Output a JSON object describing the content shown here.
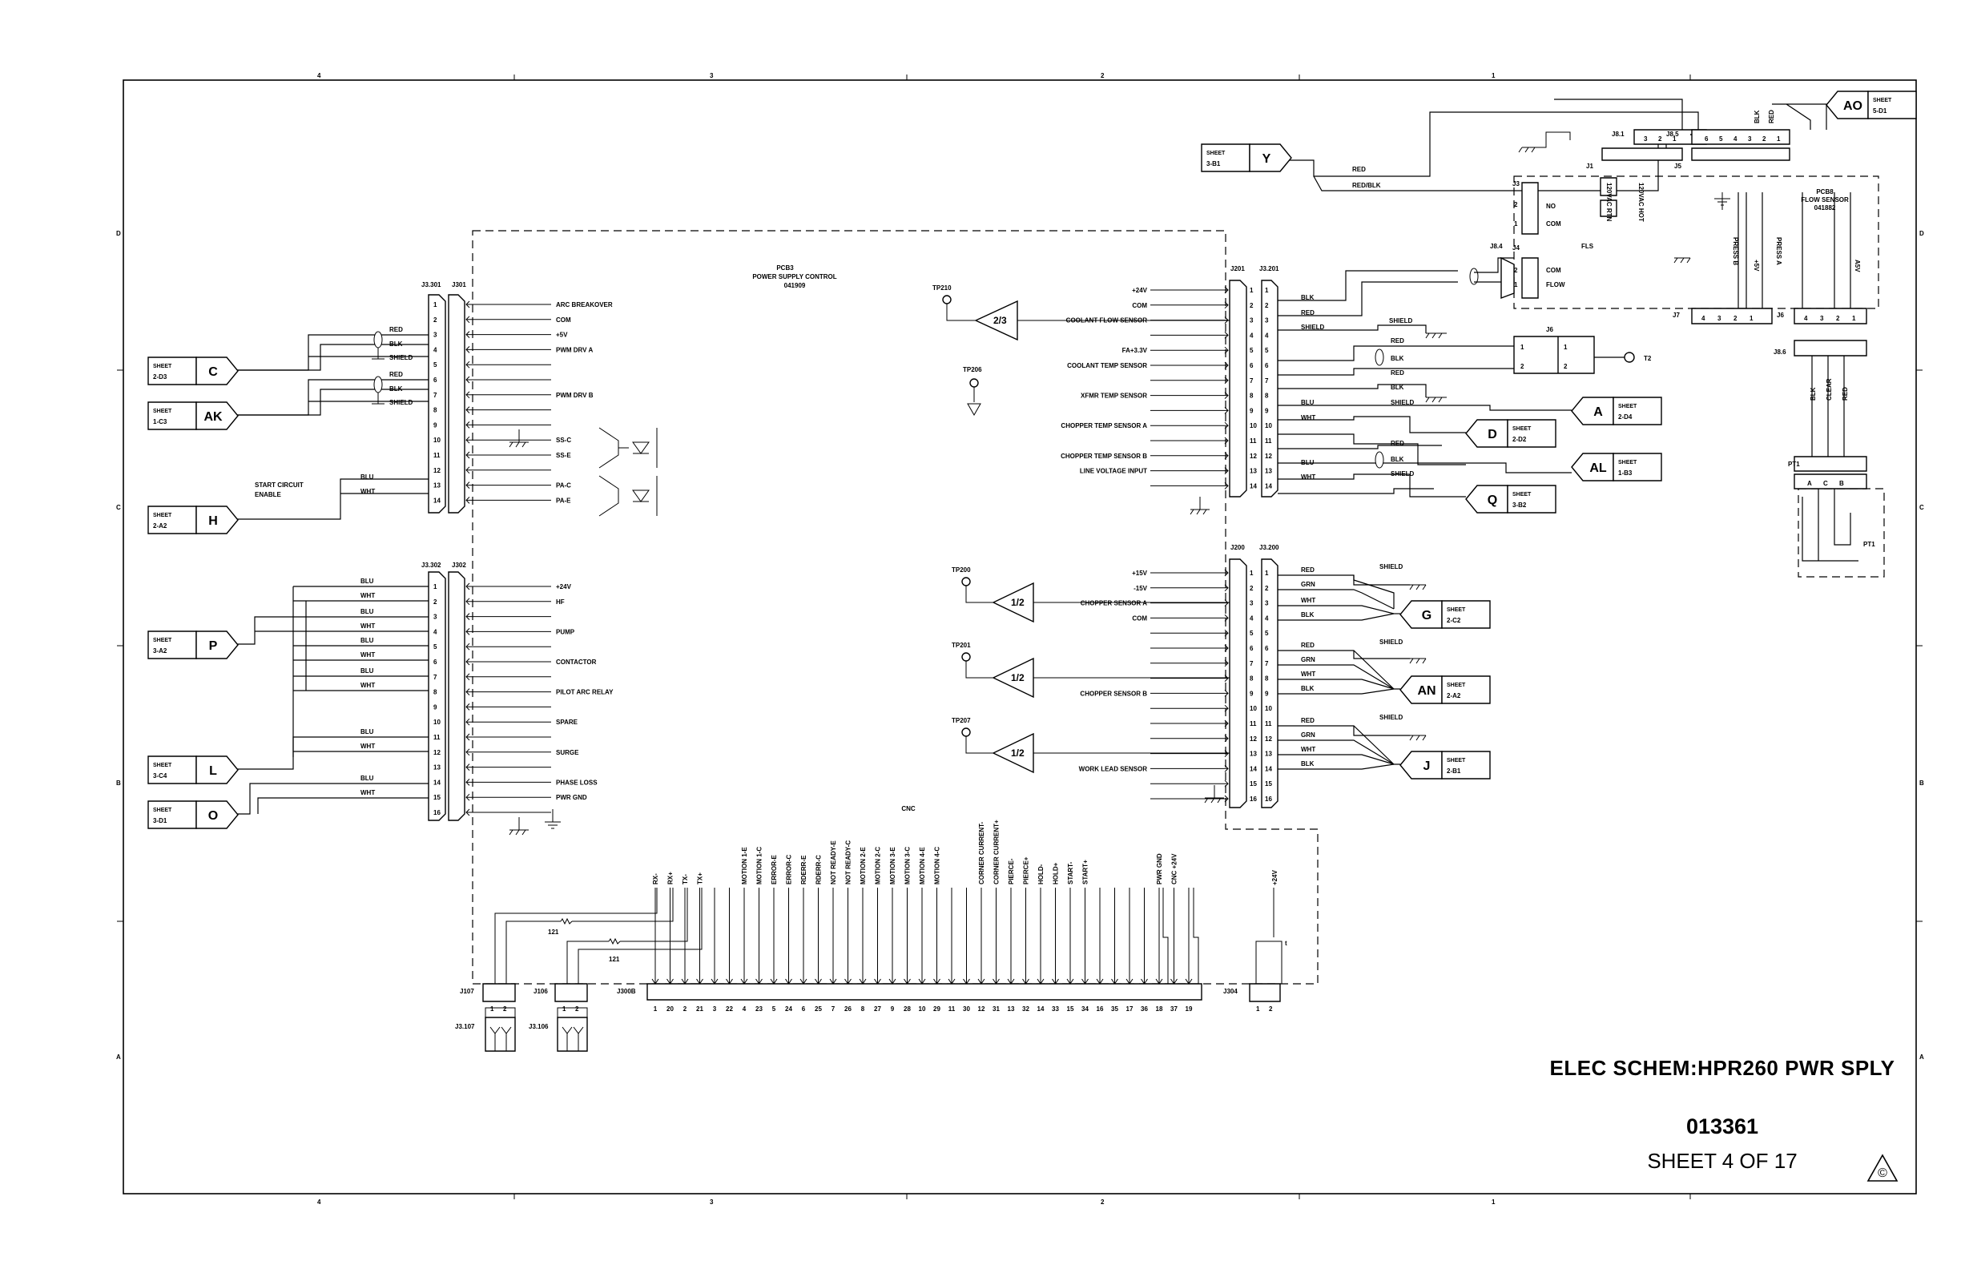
{
  "title_block": {
    "sheet_title": "ELEC SCHEM:HPR260 PWR SPLY",
    "doc_number": "013361",
    "sheet_label": "SHEET 4 OF 17"
  },
  "zones": {
    "columns": [
      "4",
      "3",
      "2",
      "1"
    ],
    "rows": [
      "D",
      "C",
      "B",
      "A"
    ]
  },
  "pcb3": {
    "name": "PCB3",
    "desc": "POWER SUPPLY CONTROL",
    "part": "041909",
    "cnc": "CNC"
  },
  "pcb8": {
    "name": "PCB8",
    "desc": "FLOW SENSOR",
    "part": "041882"
  },
  "connectors": {
    "j3301": "J3.301",
    "j301": "J301",
    "j3302": "J3.302",
    "j302": "J302",
    "j201": "J201",
    "j3201": "J3.201",
    "j200": "J200",
    "j3200": "J3.200",
    "j107": "J107",
    "j106": "J106",
    "j300b": "J300B",
    "j304": "J304",
    "j3107": "J3.107",
    "j3106": "J3.106",
    "j81": "J8.1",
    "j85": "J8.5",
    "j84": "J8.4",
    "j86": "J8.6",
    "j1": "J1",
    "j3": "J3",
    "j4": "J4",
    "j5": "J5",
    "j6": "J6",
    "j7": "J7",
    "j6b": "J6",
    "pt1": "PT1",
    "pt1b": "PT1",
    "fls": "FLS",
    "t2": "T2"
  },
  "j301_signals": [
    "ARC BREAKOVER",
    "COM",
    "+5V",
    "PWM DRV A",
    "",
    "",
    "PWM DRV B",
    "",
    "",
    "SS-C",
    "SS-E",
    "",
    "PA-C",
    "PA-E"
  ],
  "j302_signals": [
    "+24V",
    "HF",
    "",
    "PUMP",
    "",
    "CONTACTOR",
    "",
    "PILOT ARC RELAY",
    "",
    "SPARE",
    "",
    "SURGE",
    "",
    "PHASE LOSS",
    "PWR GND",
    ""
  ],
  "j201_signals": [
    "+24V",
    "COM",
    "COOLANT FLOW SENSOR",
    "",
    "FA+3.3V",
    "COOLANT TEMP SENSOR",
    "",
    "XFMR TEMP SENSOR",
    "",
    "CHOPPER TEMP SENSOR A",
    "",
    "CHOPPER TEMP SENSOR B",
    "LINE VOLTAGE INPUT",
    ""
  ],
  "j200_signals": [
    "+15V",
    "-15V",
    "CHOPPER SENSOR A",
    "COM",
    "",
    "",
    "",
    "",
    "CHOPPER SENSOR B",
    "",
    "",
    "",
    "",
    "WORK LEAD SENSOR",
    "",
    ""
  ],
  "j300b_pins": [
    "1",
    "20",
    "2",
    "21",
    "3",
    "22",
    "4",
    "23",
    "5",
    "24",
    "6",
    "25",
    "7",
    "26",
    "8",
    "27",
    "9",
    "28",
    "10",
    "29",
    "11",
    "30",
    "12",
    "31",
    "13",
    "32",
    "14",
    "33",
    "15",
    "34",
    "16",
    "35",
    "17",
    "36",
    "18",
    "37",
    "19"
  ],
  "cnc_signals": [
    "RX-",
    "RX+",
    "TX-",
    "TX+",
    "",
    "",
    "MOTION 1-E",
    "MOTION 1-C",
    "ERROR-E",
    "ERROR-C",
    "RDERR-E",
    "RDERR-C",
    "NOT READY-E",
    "NOT READY-C",
    "MOTION 2-E",
    "MOTION 2-C",
    "MOTION 3-E",
    "MOTION 3-C",
    "MOTION 4-E",
    "MOTION 4-C",
    "",
    "",
    "CORNER CURRENT-",
    "CORNER CURRENT+",
    "PIERCE-",
    "PIERCE+",
    "HOLD-",
    "HOLD+",
    "START-",
    "START+",
    "",
    "",
    "",
    "",
    "PWR GND",
    "CNC +24V",
    ""
  ],
  "testpoints": {
    "tp210": "TP210",
    "tp206": "TP206",
    "tp200": "TP200",
    "tp201": "TP201",
    "tp207": "TP207"
  },
  "gains": {
    "g210": "2/3",
    "g200": "1/2",
    "g201": "1/2",
    "g207": "1/2"
  },
  "misc": {
    "start_circuit": "START CIRCUIT",
    "enable": "ENABLE",
    "r121a": "121",
    "r121b": "121",
    "plus24v": "+24V",
    "rt": "t",
    "no": "NO",
    "com": "COM",
    "com2": "COM",
    "flow": "FLOW",
    "rtn": "120VAC RTN",
    "hot": "120VAC HOT",
    "pressb": "PRESS B",
    "pressa": "PRESS A",
    "p5v": "+5V",
    "a5v": "A5V",
    "clear": "CLEAR"
  },
  "wire_colors": {
    "red": "RED",
    "blk": "BLK",
    "shield": "SHIELD",
    "blu": "BLU",
    "wht": "WHT",
    "grn": "GRN",
    "redblk": "RED/BLK"
  },
  "sheet_refs": {
    "c": {
      "letter": "C",
      "sheet": "SHEET",
      "loc": "2-D3"
    },
    "ak": {
      "letter": "AK",
      "sheet": "SHEET",
      "loc": "1-C3"
    },
    "h": {
      "letter": "H",
      "sheet": "SHEET",
      "loc": "2-A2"
    },
    "p": {
      "letter": "P",
      "sheet": "SHEET",
      "loc": "3-A2"
    },
    "l": {
      "letter": "L",
      "sheet": "SHEET",
      "loc": "3-C4"
    },
    "o": {
      "letter": "O",
      "sheet": "SHEET",
      "loc": "3-D1"
    },
    "y": {
      "letter": "Y",
      "sheet": "SHEET",
      "loc": "3-B1"
    },
    "ao": {
      "letter": "AO",
      "sheet": "SHEET",
      "loc": "5-D1"
    },
    "a": {
      "letter": "A",
      "sheet": "SHEET",
      "loc": "2-D4"
    },
    "d": {
      "letter": "D",
      "sheet": "SHEET",
      "loc": "2-D2"
    },
    "al": {
      "letter": "AL",
      "sheet": "SHEET",
      "loc": "1-B3"
    },
    "q": {
      "letter": "Q",
      "sheet": "SHEET",
      "loc": "3-B2"
    },
    "g": {
      "letter": "G",
      "sheet": "SHEET",
      "loc": "2-C2"
    },
    "an": {
      "letter": "AN",
      "sheet": "SHEET",
      "loc": "2-A2"
    },
    "j": {
      "letter": "J",
      "sheet": "SHEET",
      "loc": "2-B1"
    }
  }
}
